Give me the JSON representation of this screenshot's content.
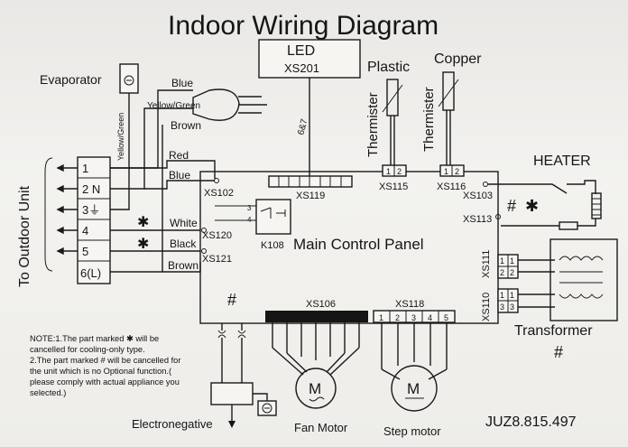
{
  "title": "Indoor Wiring Diagram",
  "led": {
    "name": "LED",
    "connector": "XS201"
  },
  "evaporator": "Evaporator",
  "wire_labels": {
    "yellow_green_vertical": "Yellow/Green",
    "blue": "Blue",
    "yellow_green": "Yellow/Green",
    "brown_top": "Brown",
    "red": "Red",
    "blue2": "Blue",
    "white": "White",
    "black": "Black",
    "brown_bottom": "Brown",
    "six_seven": "6&7"
  },
  "to_outdoor": "To Outdoor Unit",
  "terminals": [
    "1",
    "2 N",
    "3⏚",
    "4",
    "5",
    "6(L)"
  ],
  "sensors": {
    "plastic": "Plastic",
    "copper": "Copper",
    "thermister": "Thermister"
  },
  "connectors": {
    "xs102": "XS102",
    "xs119": "XS119",
    "xs115": "XS115",
    "xs116": "XS116",
    "xs103": "XS103",
    "xs113": "XS113",
    "xs120": "XS120",
    "xs121": "XS121",
    "xs111": "XS111",
    "xs110": "XS110",
    "xs106": "XS106",
    "xs118": "XS118",
    "k108": "K108"
  },
  "pin_labels": {
    "p12a": "1",
    "p12b": "2",
    "p12c": "1",
    "p12d": "2",
    "k3": "3",
    "k4": "4",
    "t11": "1",
    "t11b": "1",
    "t22": "2",
    "t22b": "2",
    "t33a": "1",
    "t33b": "1",
    "t33c": "3",
    "t33d": "3"
  },
  "xs118_pins": [
    "1",
    "2",
    "3",
    "4",
    "5"
  ],
  "main_panel": "Main Control Panel",
  "heater": "HEATER",
  "transformer": "Transformer",
  "markers": {
    "star": "✱",
    "hash": "#"
  },
  "fan_motor": "Fan Motor",
  "step_motor": "Step motor",
  "electronegative": "Electronegative",
  "motor_symbols": {
    "fan": "M",
    "step": "M"
  },
  "doc_code": "JUZ8.815.497",
  "notes": [
    "NOTE:1.The part marked ✱ will be",
    "cancelled for cooling-only type.",
    "2.The part marked # will be cancelled for",
    "the unit which is no  Optional function.(",
    "please comply with actual appliance you",
    "selected.)"
  ]
}
